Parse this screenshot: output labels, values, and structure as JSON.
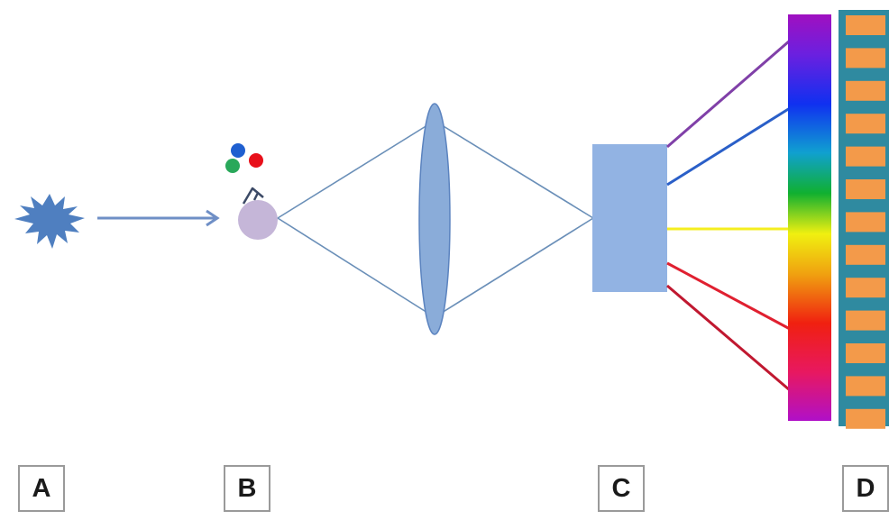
{
  "labels": {
    "a": "A",
    "b": "B",
    "c": "C",
    "d": "D"
  },
  "icons": {
    "light_source": "starburst-icon",
    "particle": "cell-with-antibody-icon",
    "lens": "lens-icon",
    "dispersion_element": "prism-block-icon",
    "spectrum": "rainbow-bar-icon",
    "detector": "pixel-array-icon"
  },
  "colors": {
    "star": "#4f7fc0",
    "arrow": "#6f8fc6",
    "cell": "#c5b6d8",
    "marker_blue": "#1f5fd0",
    "marker_red": "#e8101a",
    "marker_green": "#29a85a",
    "lens": "#8aacd9",
    "cone_lines": "#6a8fb8",
    "block": "#92b3e3",
    "ray_violet": "#8040a8",
    "ray_blue": "#2a5fc8",
    "ray_yellow": "#f5ee20",
    "ray_red": "#e02030",
    "ray_darkred": "#c01830",
    "detector_frame": "#2f8aa0",
    "detector_cell": "#f39a4a"
  }
}
